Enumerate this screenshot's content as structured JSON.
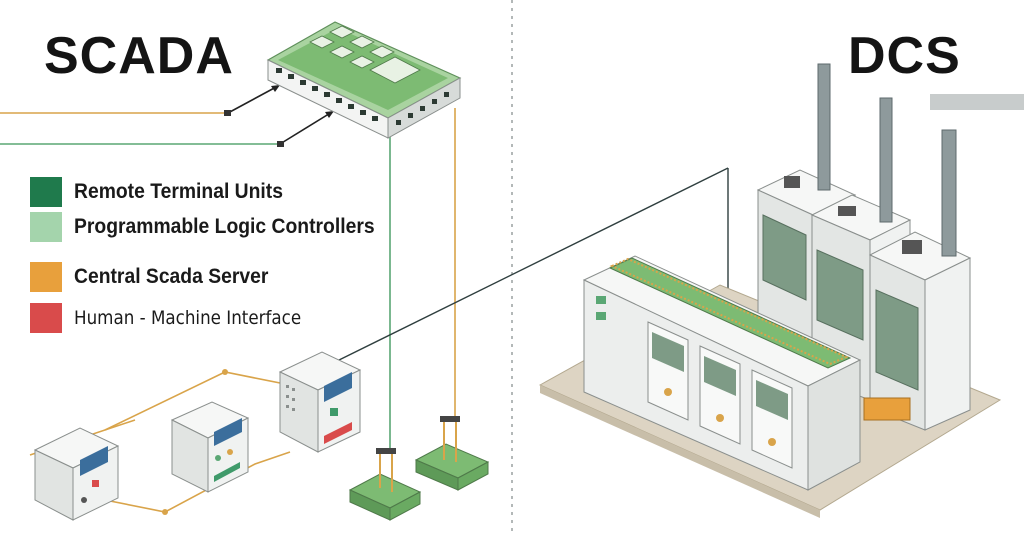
{
  "titles": {
    "left": "SCADA",
    "right": "DCS"
  },
  "legend": [
    {
      "label": "Remote  Terminal  Units",
      "color": "#1f7a4c"
    },
    {
      "label": "Programmable  Logic  Controllers",
      "color": "#a4d4ac"
    },
    {
      "label": "Central  Scada  Server",
      "color": "#e8a03c"
    },
    {
      "label": "Human -  Machine  Interface",
      "color": "#d94b4b"
    }
  ],
  "colors": {
    "link_orange": "#d9a44a",
    "link_green": "#5aa774",
    "link_dark": "#2f3f3f",
    "board_green": "#7dbb73",
    "cabinet": "#eef0ef",
    "floor": "#ddd4c3",
    "hmi_screen": "#3b6e9c",
    "accent_red": "#d94b4b"
  },
  "icons": [
    "network-switch-icon",
    "rtu-cabinet-icon",
    "plc-module-icon",
    "dcs-plant-icon",
    "smokestack-icon"
  ]
}
